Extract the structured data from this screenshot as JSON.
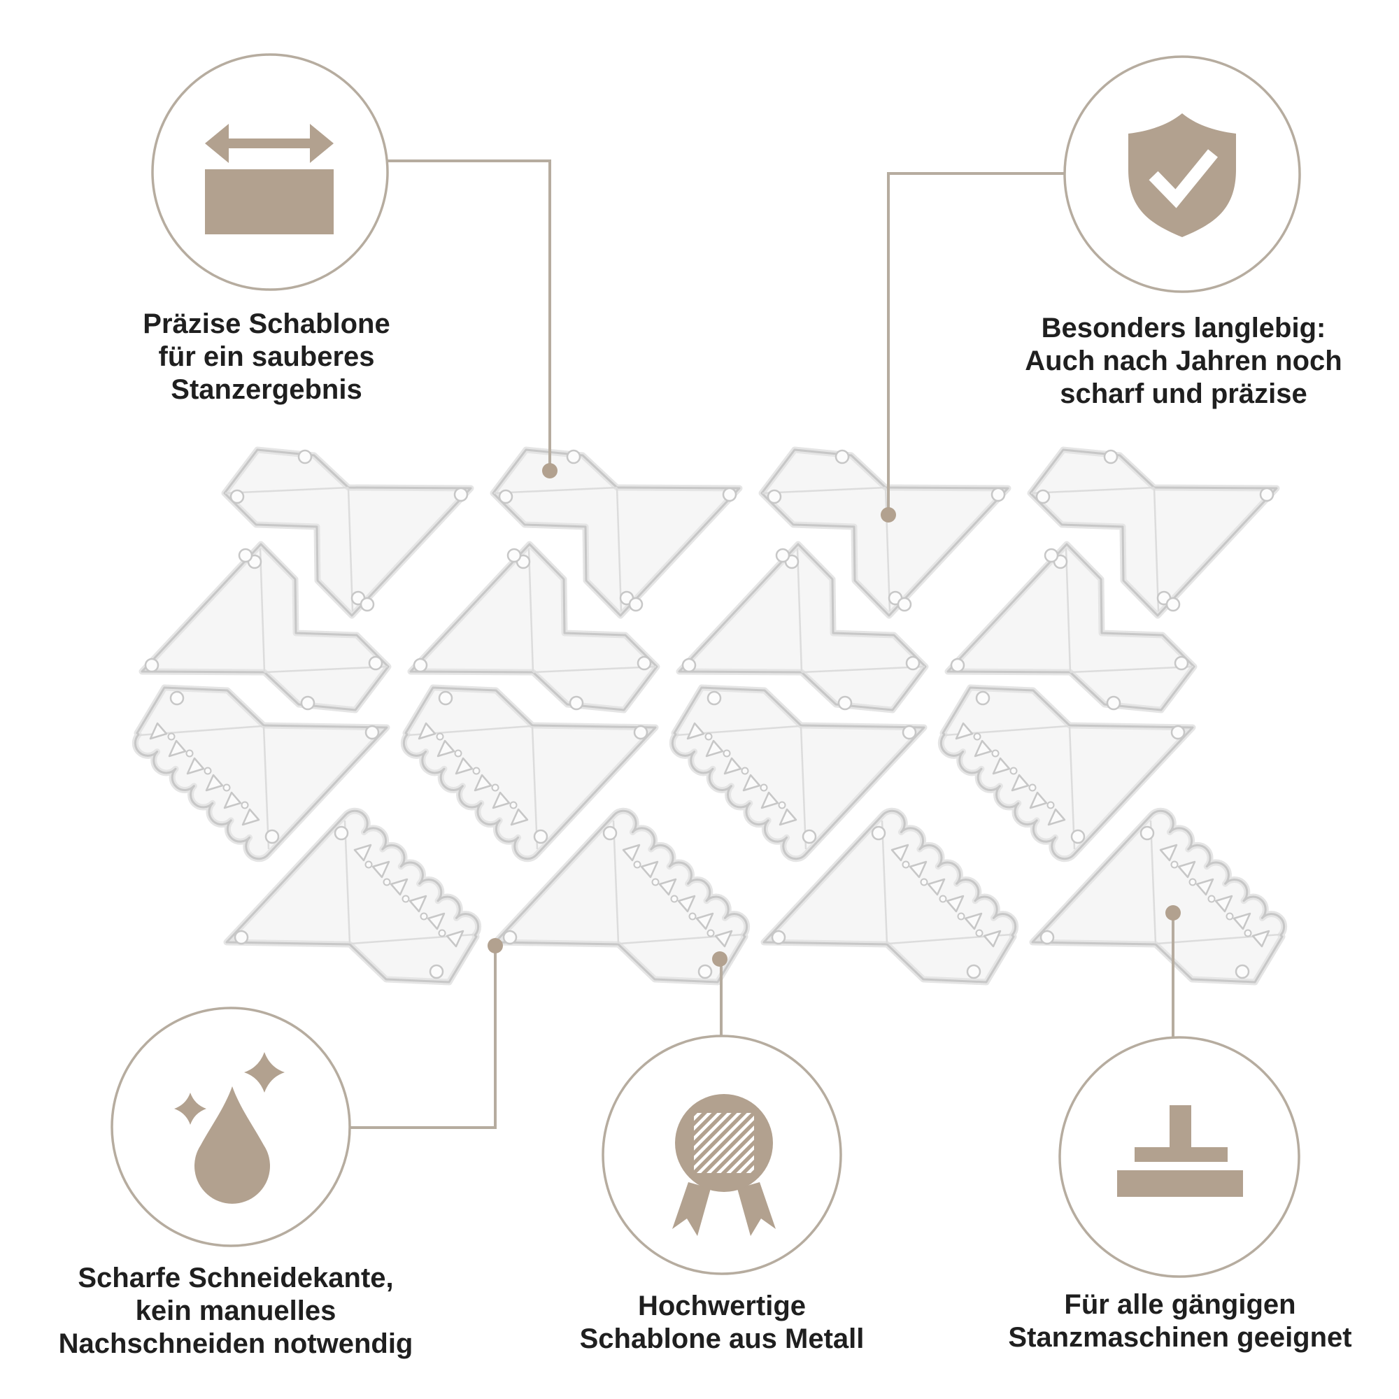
{
  "page": {
    "kind": "product-infographic",
    "language": "de",
    "background": "#ffffff"
  },
  "colors": {
    "accent": "#b2a18f",
    "line": "#b6ac9f",
    "text": "#1f1f1f",
    "die_fill": "#f6f6f6",
    "die_rim": "#e5e5e5",
    "die_edge": "#c7c7c7"
  },
  "die_set": {
    "count": 16,
    "rows": 4,
    "per_row": 4,
    "variants": [
      "corner-plain",
      "corner-lace"
    ]
  },
  "features": [
    {
      "id": "praezise",
      "icon": "width-arrow-plate-icon",
      "lines": [
        "Präzise Schablone",
        "für ein sauberes",
        "Stanzergebnis"
      ]
    },
    {
      "id": "langlebig",
      "icon": "shield-check-icon",
      "lines": [
        "Besonders langlebig:",
        "Auch nach Jahren noch",
        "scharf und präzise"
      ]
    },
    {
      "id": "schneidekante",
      "icon": "droplet-sparkles-icon",
      "lines": [
        "Scharfe Schneidekante,",
        "kein manuelles",
        "Nachschneiden notwendig"
      ]
    },
    {
      "id": "metall",
      "icon": "award-medal-icon",
      "lines": [
        "Hochwertige",
        "Schablone aus Metall"
      ]
    },
    {
      "id": "stanzmaschinen",
      "icon": "die-cut-press-icon",
      "lines": [
        "Für alle gängigen",
        "Stanzmaschinen geeignet"
      ]
    }
  ]
}
